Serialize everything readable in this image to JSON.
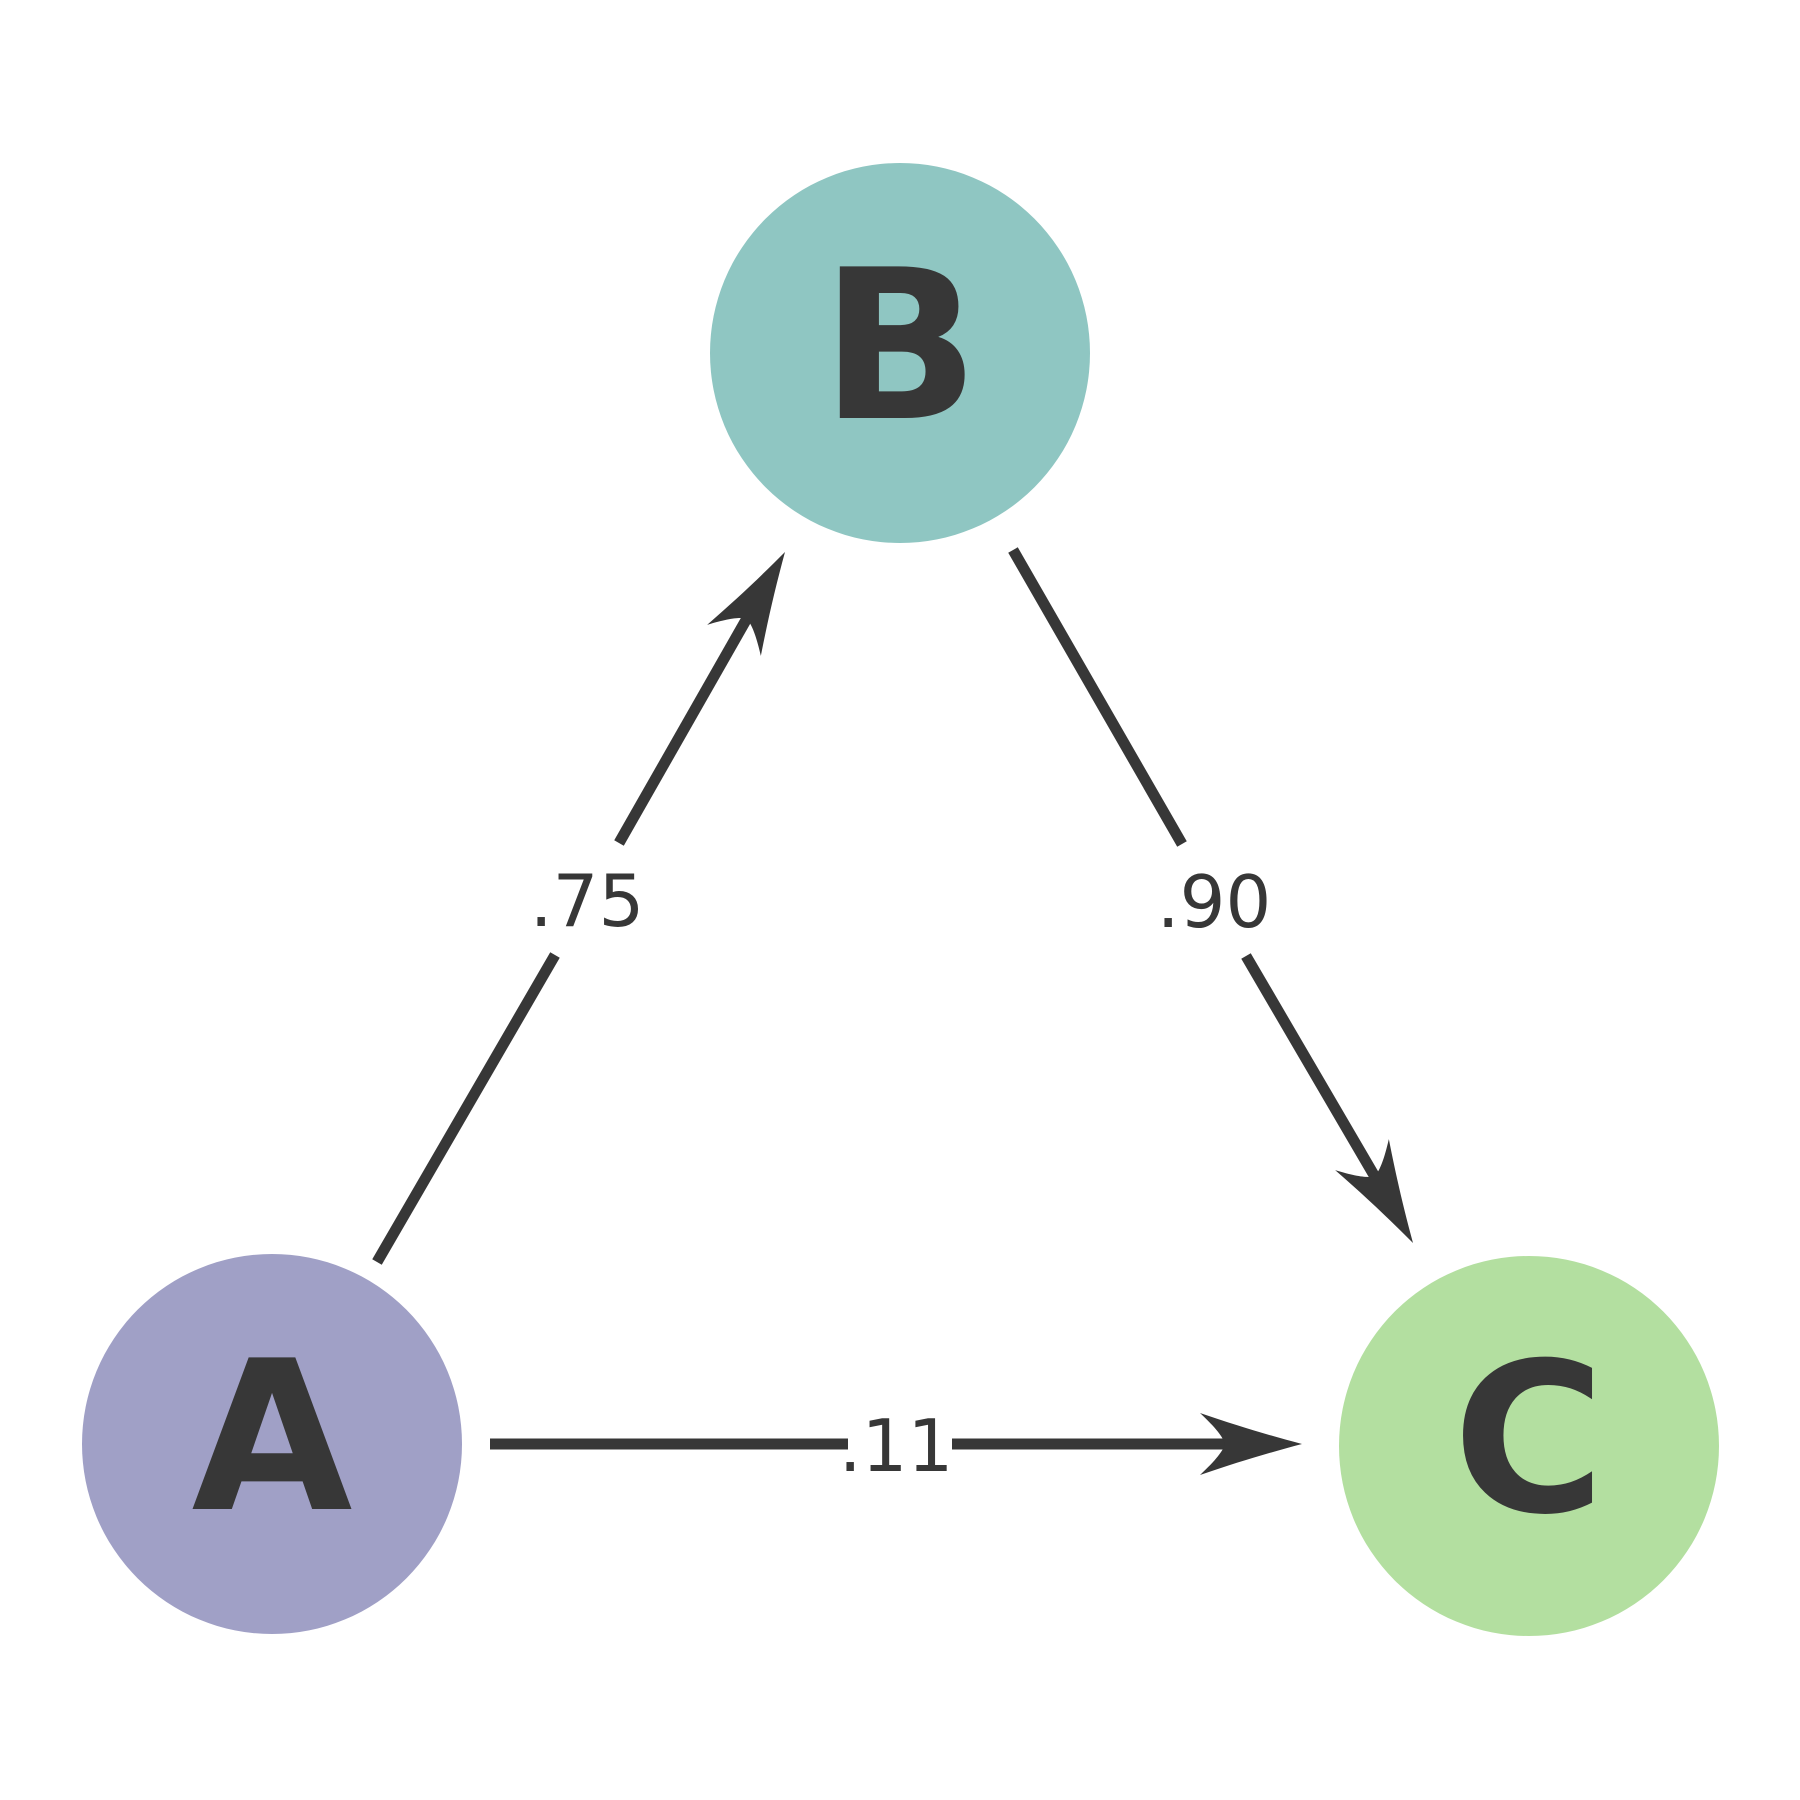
{
  "diagram": {
    "background_color": "#ffffff",
    "edge_color": "#373737",
    "text_color": "#373737",
    "nodes": [
      {
        "id": "A",
        "label": "A",
        "color": "#a0a0c6"
      },
      {
        "id": "B",
        "label": "B",
        "color": "#8fc6c2"
      },
      {
        "id": "C",
        "label": "C",
        "color": "#b3dfa0"
      }
    ],
    "edges": [
      {
        "from": "A",
        "to": "B",
        "label": ".75",
        "direction": "A-to-B"
      },
      {
        "from": "B",
        "to": "C",
        "label": ".90",
        "direction": "B-to-C"
      },
      {
        "from": "A",
        "to": "C",
        "label": ".11",
        "direction": "A-to-C"
      }
    ]
  }
}
